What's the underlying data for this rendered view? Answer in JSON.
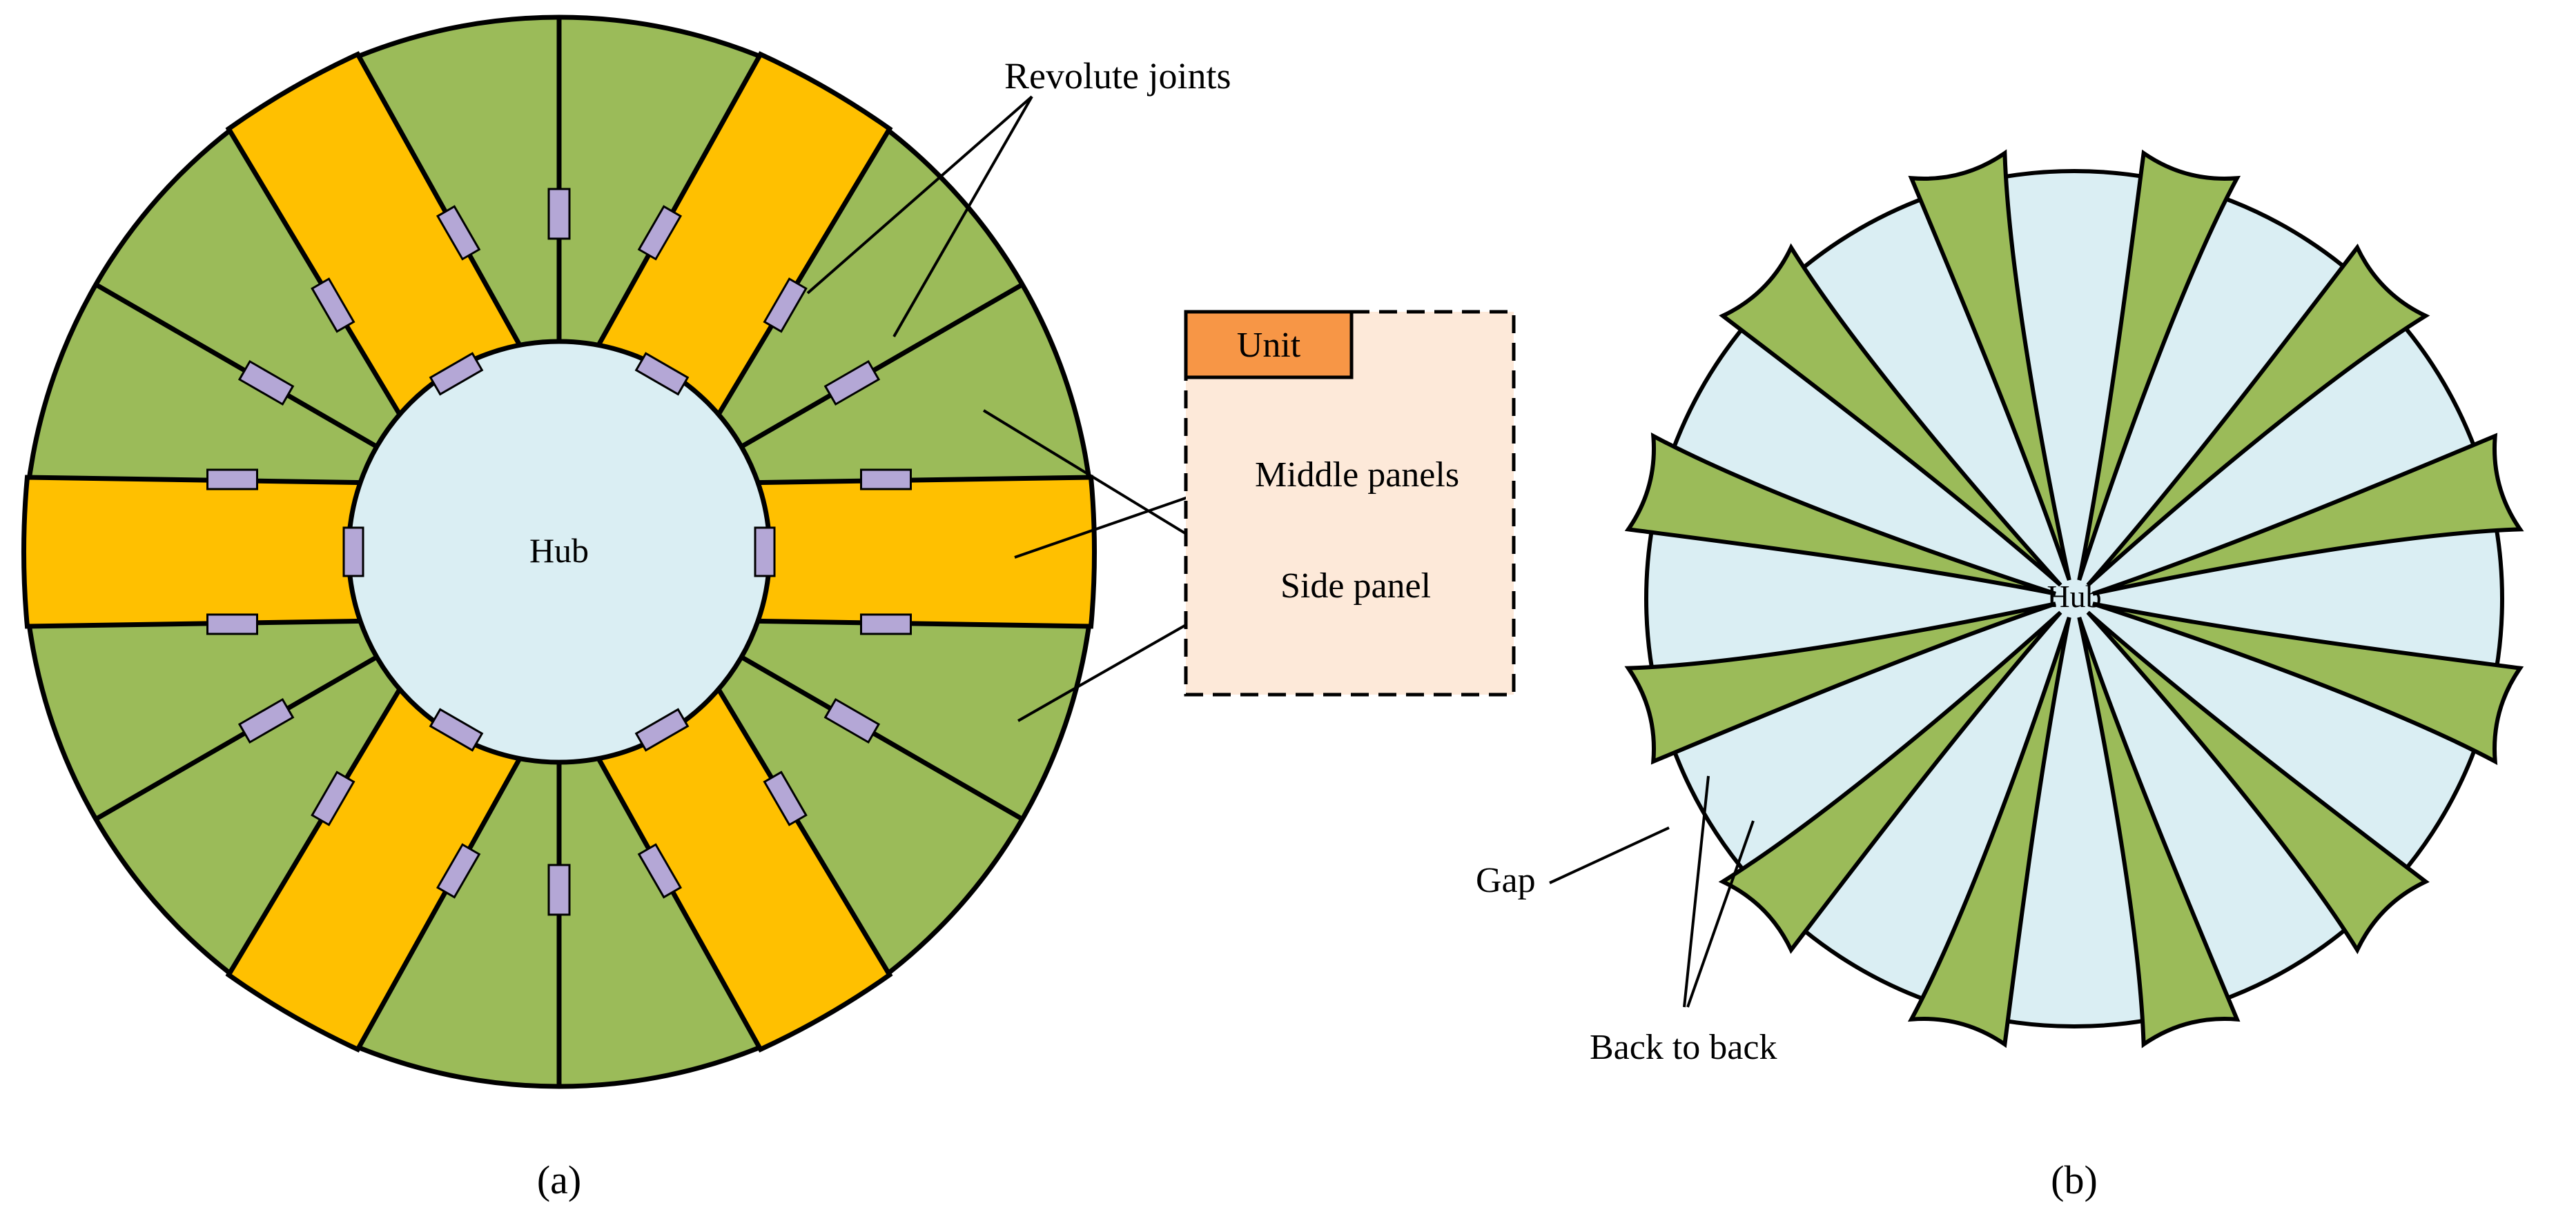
{
  "colors": {
    "side_panel": "#9BBB59",
    "middle_panel": "#FFC000",
    "hub": "#DAEEF3",
    "joint": "#B4A7D6",
    "unit_tab": "#F79646",
    "unit_box": "#FDE9D9",
    "hexagon_frame": "#FFC000",
    "outline": "#000000"
  },
  "panel_a": {
    "caption": "(a)",
    "hub_label": "Hub",
    "revolute_joints_label": "Revolute joints",
    "middle_panels_label": "Middle panels",
    "side_panel_label": "Side panel",
    "unit_label": "Unit"
  },
  "panel_b": {
    "caption": "(b)",
    "hub_label": "Hub",
    "gap_label": "Gap",
    "back_to_back_label": "Back to back"
  }
}
